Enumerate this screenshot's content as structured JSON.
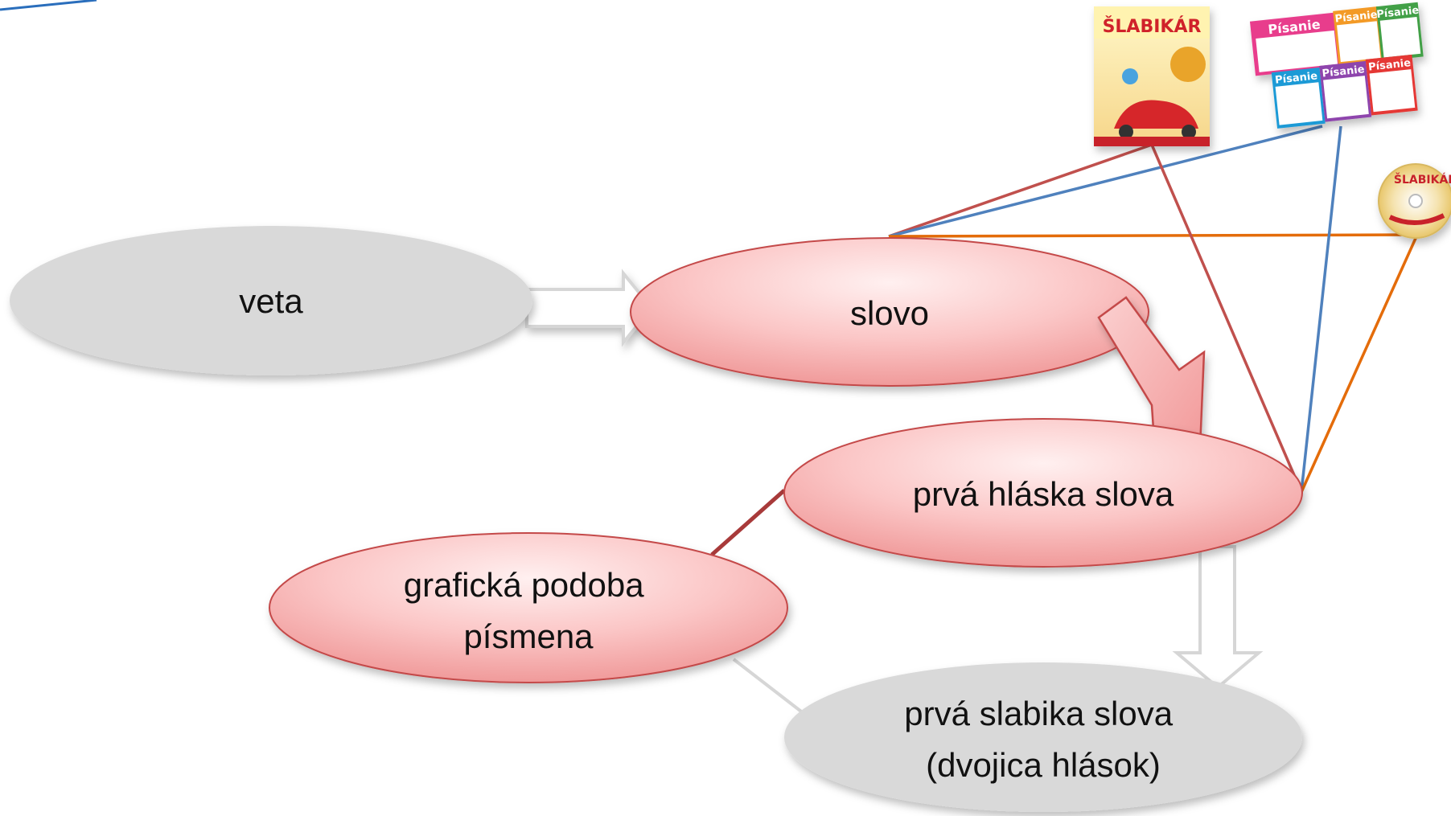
{
  "diagram": {
    "nodes": {
      "veta": {
        "lines": [
          "veta"
        ],
        "style": "grey"
      },
      "slovo": {
        "lines": [
          "slovo"
        ],
        "style": "red"
      },
      "prva_hlaska": {
        "lines": [
          "prvá hláska slova"
        ],
        "style": "red"
      },
      "graficka": {
        "lines": [
          "grafická podoba",
          "písmena"
        ],
        "style": "red"
      },
      "prva_slabika": {
        "lines": [
          "prvá slabika slova",
          "(dvojica hlások)"
        ],
        "style": "grey"
      }
    },
    "resources": {
      "slabikar_book": {
        "title": "ŠLABIKÁR",
        "icon": "book-cover-icon"
      },
      "pisanie_set": {
        "labels": [
          "Písanie",
          "Písanie",
          "Písanie",
          "Písanie",
          "Písanie",
          "Písanie"
        ],
        "icon": "workbook-set-icon"
      },
      "slabikar_cd": {
        "title": "ŠLABIKÁR",
        "icon": "cd-disc-icon"
      }
    },
    "colors": {
      "red_fill_light": "#fde3e3",
      "red_fill_dark": "#f4a0a0",
      "red_stroke": "#c44848",
      "grey_fill": "#d9d9d9",
      "line_red": "#c0504d",
      "line_blue": "#4f81bd",
      "line_orange": "#e46c0a",
      "arrow_outline": "#d0d0d0"
    }
  }
}
